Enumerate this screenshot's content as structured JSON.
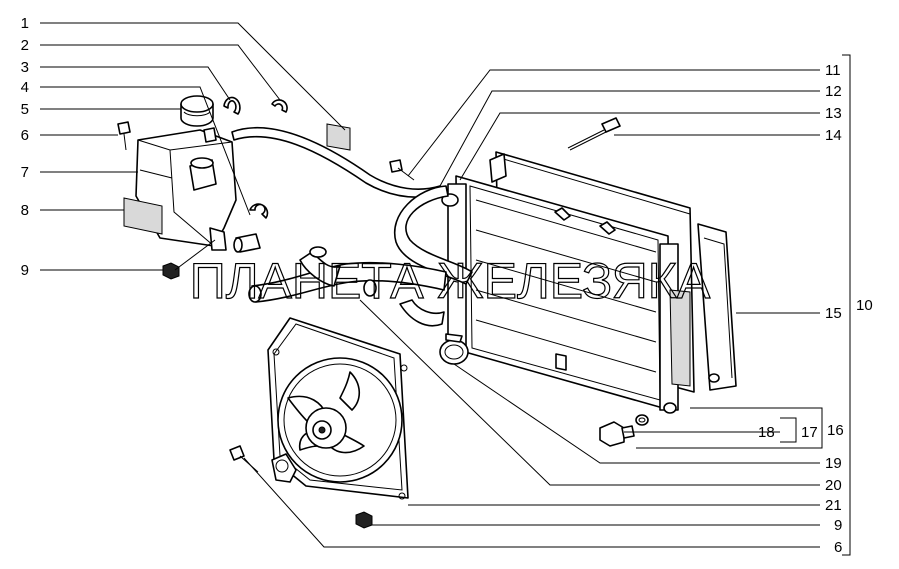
{
  "watermark": "ПЛАНЕТА ЖЕЛЕЗЯКА",
  "callouts": {
    "c1": "1",
    "c2": "2",
    "c3": "3",
    "c4": "4",
    "c5": "5",
    "c6a": "6",
    "c7": "7",
    "c8": "8",
    "c9a": "9",
    "c11": "11",
    "c12": "12",
    "c13": "13",
    "c14": "14",
    "c15": "15",
    "c10": "10",
    "c16": "16",
    "c17": "17",
    "c18": "18",
    "c19": "19",
    "c20": "20",
    "c21": "21",
    "c9b": "9",
    "c6b": "6"
  }
}
